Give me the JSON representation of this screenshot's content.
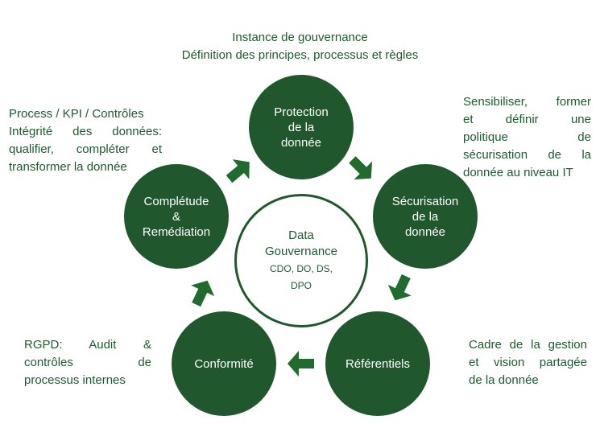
{
  "top_note": {
    "line1": "Instance de gouvernance",
    "line2": "Définition des principes, processus et règles"
  },
  "center": {
    "title_line1": "Data",
    "title_line2": "Gouvernance",
    "roles_line1": "CDO, DO, DS,",
    "roles_line2": "DPO"
  },
  "circles": {
    "protection": [
      "Protection",
      "de la",
      "donnée"
    ],
    "securisation": [
      "Sécurisation",
      "de la",
      "donnée"
    ],
    "referentiels": [
      "Référentiels"
    ],
    "conformite": [
      "Conformité"
    ],
    "completude": [
      "Complétude",
      "&",
      "Remédiation"
    ]
  },
  "notes": {
    "left_top": [
      "Process / KPI / Contrôles",
      "Intégrité des données:",
      "qualifier, compléter et",
      "transformer la donnée"
    ],
    "right_top": [
      "Sensibiliser, former",
      "et définir une",
      "politique de",
      "sécurisation de la",
      "donnée au niveau IT"
    ],
    "right_bottom": [
      "Cadre de la gestion",
      "et vision partagée",
      "de la donnée"
    ],
    "left_bottom": [
      "RGPD: Audit &",
      "contrôles de",
      "processus internes"
    ]
  },
  "colors": {
    "circle_fill": "#20572c",
    "arrow_fill": "#226b2f",
    "text": "#1e5a2e"
  },
  "icons": [
    "cycle-arrow-icon"
  ]
}
